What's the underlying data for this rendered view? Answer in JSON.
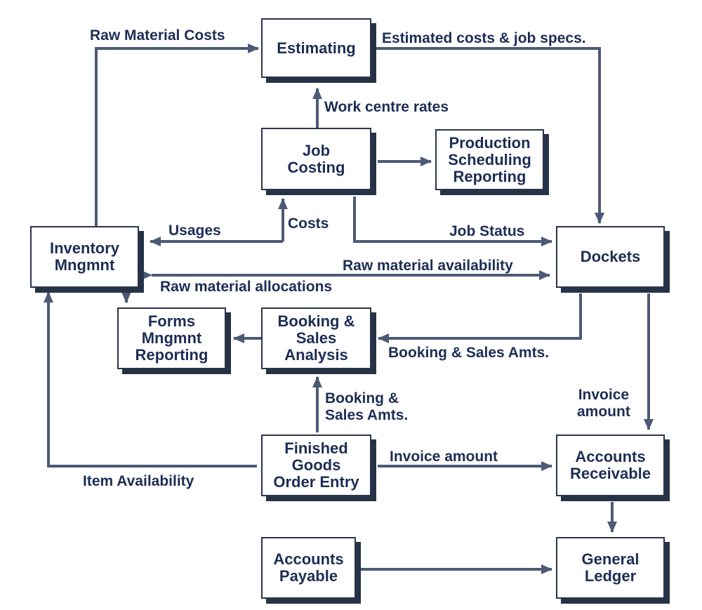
{
  "colors": {
    "box_text": "#1e2d55",
    "arrow": "#4d5a75",
    "box_border": "#2b3548",
    "box_shadow": "#263246"
  },
  "boxes": {
    "estimating": [
      "Estimating"
    ],
    "job_costing": [
      "Job",
      "Costing"
    ],
    "production": [
      "Production",
      "Scheduling",
      "Reporting"
    ],
    "inventory": [
      "Inventory",
      "Mngmnt"
    ],
    "dockets": [
      "Dockets"
    ],
    "forms": [
      "Forms",
      "Mngmnt",
      "Reporting"
    ],
    "booking": [
      "Booking &",
      "Sales",
      "Analysis"
    ],
    "finished_goods": [
      "Finished",
      "Goods",
      "Order Entry"
    ],
    "accounts_receivable": [
      "Accounts",
      "Receivable"
    ],
    "accounts_payable": [
      "Accounts",
      "Payable"
    ],
    "general_ledger": [
      "General",
      "Ledger"
    ]
  },
  "edge_labels": {
    "raw_material_costs": [
      "Raw Material Costs"
    ],
    "estimated_costs": [
      "Estimated costs & job specs."
    ],
    "work_centre_rates": [
      "Work centre rates"
    ],
    "usages": [
      "Usages"
    ],
    "costs": [
      "Costs"
    ],
    "job_status": [
      "Job Status"
    ],
    "raw_material_availability": [
      "Raw material availability"
    ],
    "raw_material_allocations": [
      "Raw material allocations"
    ],
    "booking_sales_amts_dockets": [
      "Booking & Sales Amts."
    ],
    "booking_sales_amts_fg": [
      "Booking &",
      "Sales Amts."
    ],
    "invoice_amount_dockets": [
      "Invoice",
      "amount"
    ],
    "invoice_amount_fg": [
      "Invoice amount"
    ],
    "item_availability": [
      "Item Availability"
    ]
  }
}
